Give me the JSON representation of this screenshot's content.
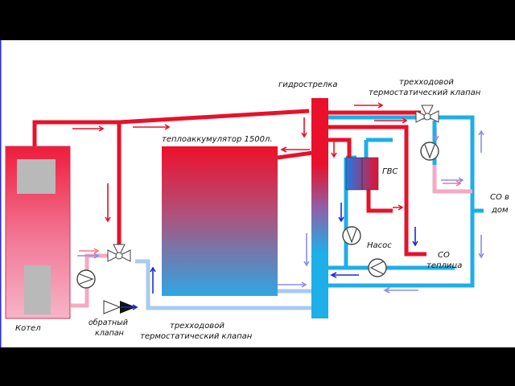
{
  "labels": {
    "hydro_separator": "гидрострелка",
    "valve_top_line1": "трехходовой",
    "valve_top_line2": "термостатический клапан",
    "tank": "теплоаккумулятор 1500л.",
    "dhw": "ГВС",
    "pump": "Насос",
    "house_line1": "СО в",
    "house_line2": "дом",
    "greenhouse_line1": "СО",
    "greenhouse_line2": "теплица",
    "boiler": "Котел",
    "check_valve_line1": "обратный",
    "check_valve_line2": "клапан",
    "valve_bottom_line1": "трехходовой",
    "valve_bottom_line2": "термостатический клапан"
  },
  "colors": {
    "hot": "#e8102a",
    "cold": "#1eaee8",
    "return_light": "#a9c9f0",
    "pink": "#f4a9c4",
    "arrow_dark": "#1b2bd6",
    "arrow_light": "#8a8ee6",
    "arrow_pink": "#f07a8a",
    "boiler_gray": "#b9b9b9"
  }
}
